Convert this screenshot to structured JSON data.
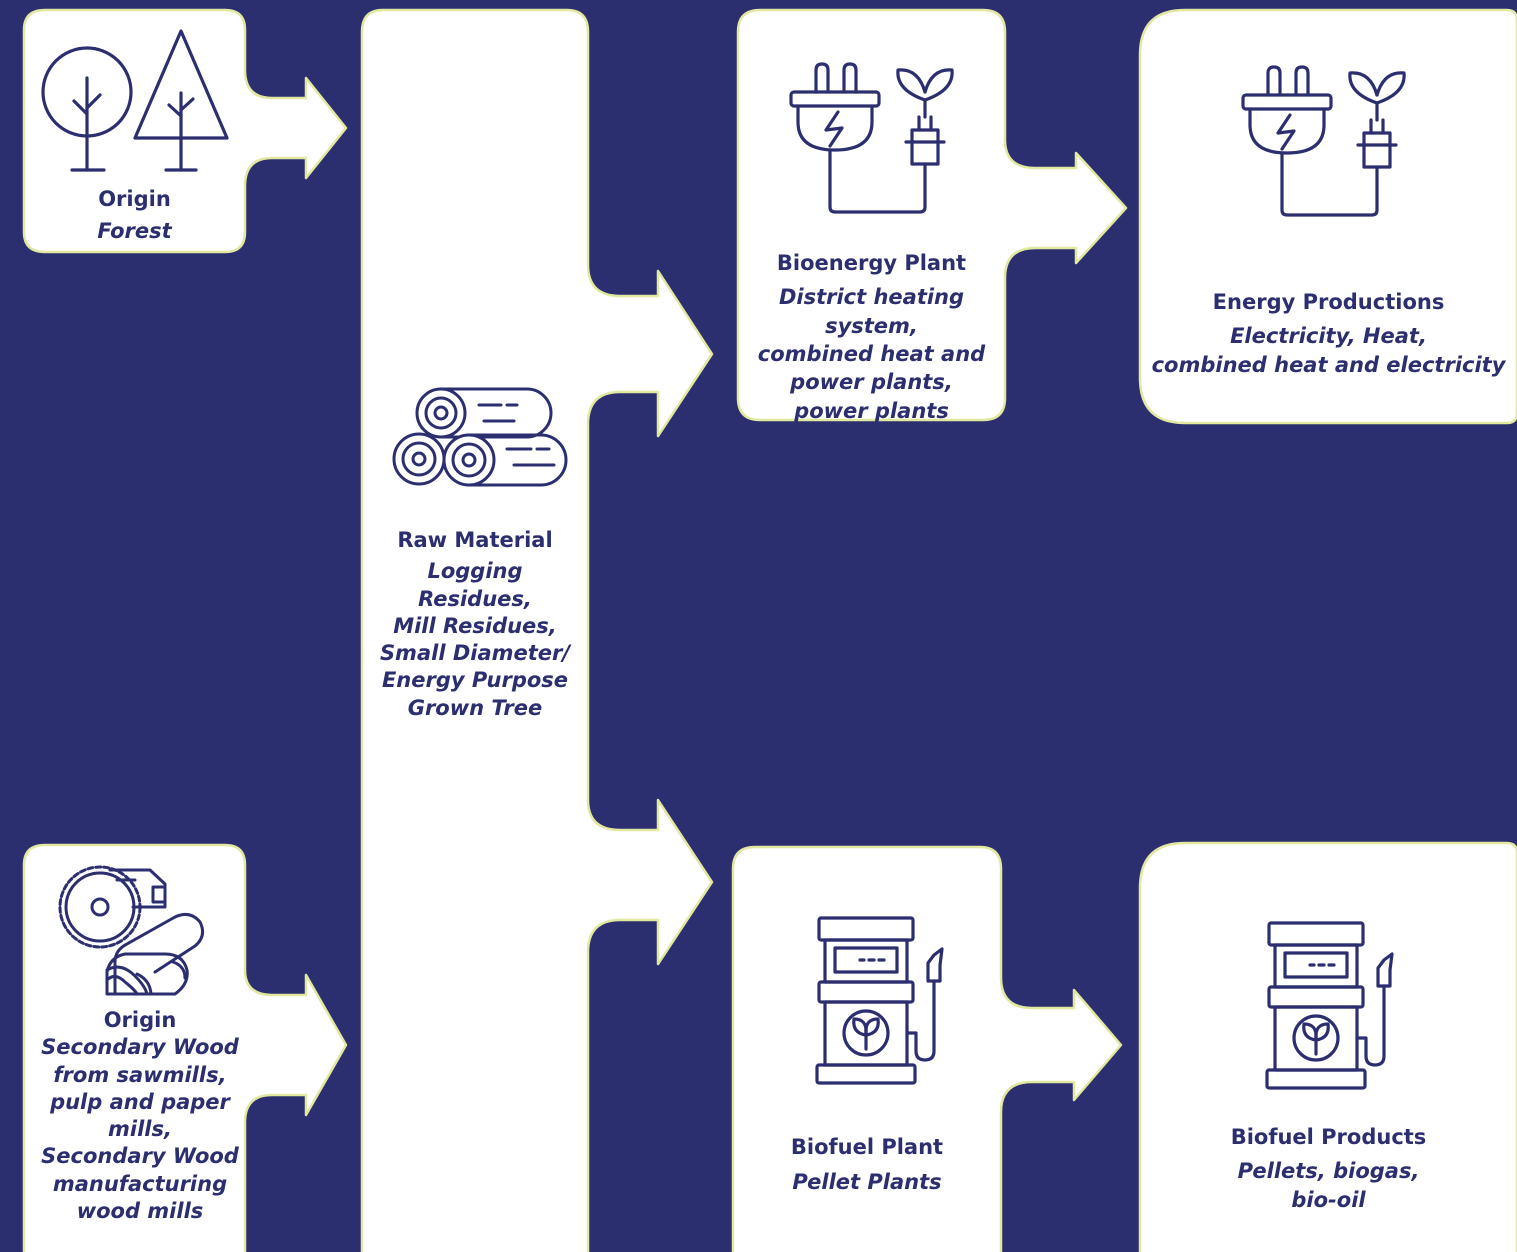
{
  "colors": {
    "background": "#2b2f70",
    "box_fill": "#ffffff",
    "box_border": "#e3e8a0",
    "icon_stroke": "#2b2f70"
  },
  "nodes": {
    "origin_forest": {
      "title": "Origin",
      "desc": "Forest",
      "icon": "trees-icon"
    },
    "origin_secondary": {
      "title": "Origin",
      "desc": "Secondary Wood\nfrom sawmills,\npulp and paper\nmills,\nSecondary Wood\nmanufacturing\nwood mills",
      "icon": "sawmill-icon"
    },
    "raw_material": {
      "title": "Raw Material",
      "desc": "Logging\nResidues,\nMill Residues,\nSmall Diameter/\nEnergy Purpose\nGrown Tree",
      "icon": "logs-icon"
    },
    "bioenergy_plant": {
      "title": "Bioenergy Plant",
      "desc": "District heating system,\ncombined heat and\npower plants,\npower plants",
      "icon": "plug-leaf-icon"
    },
    "energy_productions": {
      "title": "Energy Productions",
      "desc": "Electricity, Heat,\ncombined heat and electricity",
      "icon": "plug-leaf-icon"
    },
    "biofuel_plant": {
      "title": "Biofuel Plant",
      "desc": "Pellet Plants",
      "icon": "fuel-pump-icon"
    },
    "biofuel_products": {
      "title": "Biofuel Products",
      "desc": "Pellets, biogas,\nbio-oil",
      "icon": "fuel-pump-icon"
    }
  },
  "edges": [
    {
      "from": "origin_forest",
      "to": "raw_material"
    },
    {
      "from": "origin_secondary",
      "to": "raw_material"
    },
    {
      "from": "raw_material",
      "to": "bioenergy_plant"
    },
    {
      "from": "raw_material",
      "to": "biofuel_plant"
    },
    {
      "from": "bioenergy_plant",
      "to": "energy_productions"
    },
    {
      "from": "biofuel_plant",
      "to": "biofuel_products"
    }
  ]
}
